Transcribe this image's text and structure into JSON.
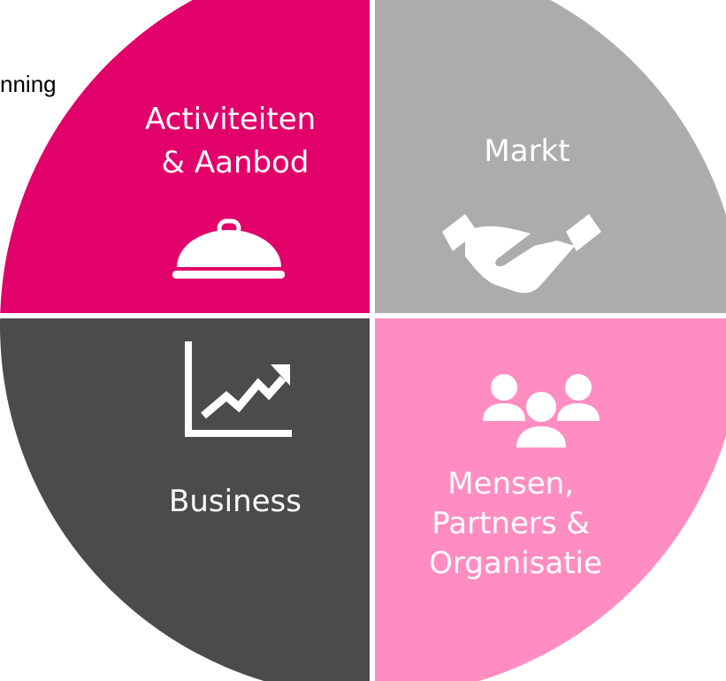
{
  "corner_text": "nning",
  "quadrants": {
    "top_left": {
      "lines": [
        "Activiteiten",
        "& Aanbod"
      ],
      "icon": "cloche-icon",
      "color": "#e2006a"
    },
    "top_right": {
      "lines": [
        "Markt"
      ],
      "icon": "handshake-icon",
      "color": "#acacac"
    },
    "bottom_left": {
      "lines": [
        "Business"
      ],
      "icon": "growth-chart-icon",
      "color": "#4b4b4b"
    },
    "bottom_right": {
      "lines": [
        "Mensen,",
        "Partners &",
        "Organisatie"
      ],
      "icon": "people-group-icon",
      "color": "#ff8dc2"
    }
  }
}
